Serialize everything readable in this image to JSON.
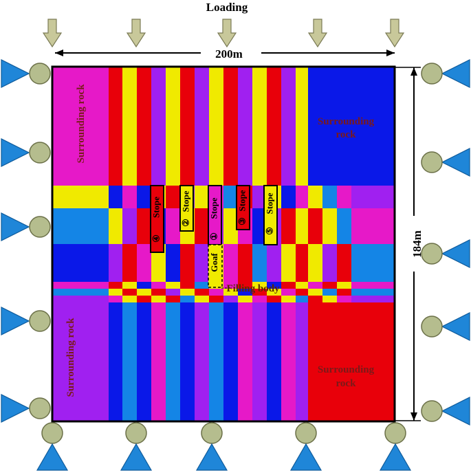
{
  "title": "Loading",
  "dimensions": {
    "width": "200m",
    "height": "184m"
  },
  "colors": {
    "magenta": "#e619c8",
    "yellow": "#f0ea00",
    "red": "#e8000a",
    "purple": "#a020f0",
    "blue": "#0a18e8",
    "light_blue": "#1485e6",
    "support_circle": "#b5bd8e",
    "support_triangle": "#1f86d8",
    "arrow_fill": "#c8c89a"
  },
  "regions": {
    "surrounding_rock_top_left": "Surrounding rock",
    "surrounding_rock_top_right_line1": "Surrounding",
    "surrounding_rock_top_right_line2": "rock",
    "surrounding_rock_bottom_left": "Surrounding rock",
    "surrounding_rock_bottom_right_line1": "Surrounding",
    "surrounding_rock_bottom_right_line2": "rock"
  },
  "stopes": [
    {
      "number": "④",
      "label": "Stope"
    },
    {
      "number": "②",
      "label": "Stope"
    },
    {
      "number": "①",
      "label": "Stope"
    },
    {
      "number": "③",
      "label": "Stope"
    },
    {
      "number": "⑤",
      "label": "Stope"
    }
  ],
  "goaf_label": "Goaf",
  "filling_body_label": "Filling body",
  "supports": {
    "left_rollers": 5,
    "right_rollers": 5,
    "bottom_pins": 5,
    "top_load_arrows": 5
  }
}
